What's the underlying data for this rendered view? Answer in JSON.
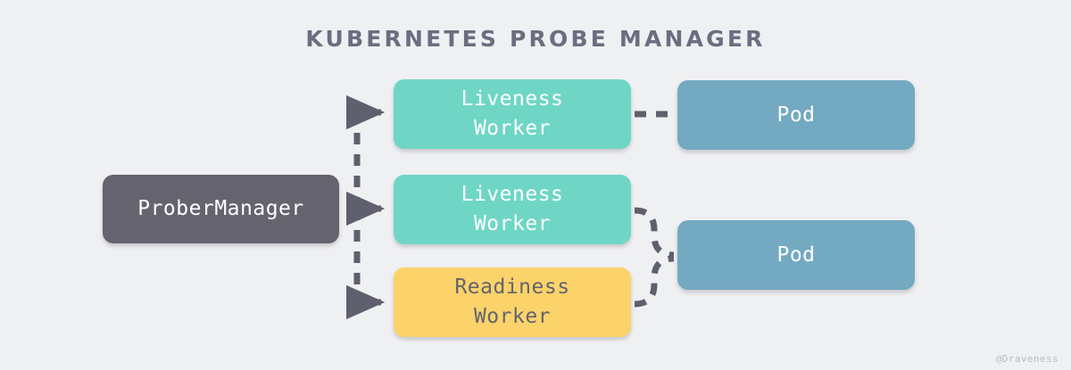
{
  "diagram": {
    "title": "KUBERNETES PROBE MANAGER",
    "background_color": "#eff0f2",
    "watermark": "@Draveness",
    "connector_color": "#5f5f6e",
    "connector_style": "dashed",
    "nodes": [
      {
        "id": "prober-manager",
        "label": "ProberManager",
        "line1": "ProberManager",
        "line2": "",
        "fill": "#64636e",
        "text_color": "#ffffff"
      },
      {
        "id": "liveness-worker-1",
        "label": "Liveness Worker",
        "line1": "Liveness",
        "line2": "Worker",
        "fill": "#6fd6c6",
        "text_color": "#ffffff"
      },
      {
        "id": "liveness-worker-2",
        "label": "Liveness Worker",
        "line1": "Liveness",
        "line2": "Worker",
        "fill": "#6fd6c6",
        "text_color": "#ffffff"
      },
      {
        "id": "readiness-worker",
        "label": "Readiness Worker",
        "line1": "Readiness",
        "line2": "Worker",
        "fill": "#fbd36a",
        "text_color": "#64636e"
      },
      {
        "id": "pod-1",
        "label": "Pod",
        "line1": "Pod",
        "line2": "",
        "fill": "#74a9c2",
        "text_color": "#ffffff"
      },
      {
        "id": "pod-2",
        "label": "Pod",
        "line1": "Pod",
        "line2": "",
        "fill": "#74a9c2",
        "text_color": "#ffffff"
      }
    ],
    "edges": [
      {
        "id": "manager-to-liveness-1",
        "from": "prober-manager",
        "to": "liveness-worker-1",
        "arrow": true
      },
      {
        "id": "manager-to-liveness-2",
        "from": "prober-manager",
        "to": "liveness-worker-2",
        "arrow": true
      },
      {
        "id": "manager-to-readiness",
        "from": "prober-manager",
        "to": "readiness-worker",
        "arrow": true
      },
      {
        "id": "liveness-1-to-pod-1",
        "from": "liveness-worker-1",
        "to": "pod-1",
        "arrow": false
      },
      {
        "id": "liveness-2-to-pod-2",
        "from": "liveness-worker-2",
        "to": "pod-2",
        "arrow": false
      },
      {
        "id": "readiness-to-pod-2",
        "from": "readiness-worker",
        "to": "pod-2",
        "arrow": false
      }
    ]
  }
}
